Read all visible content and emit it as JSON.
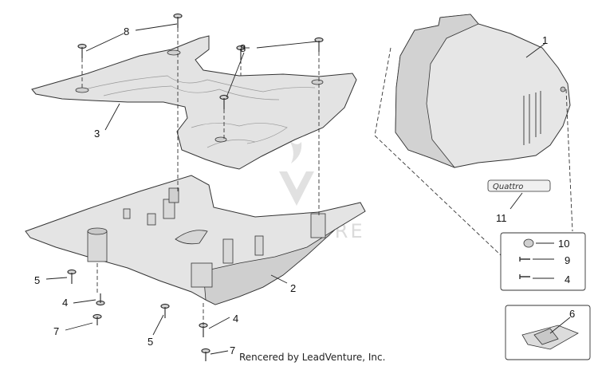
{
  "callouts": {
    "c1": "1",
    "c2": "2",
    "c3": "3",
    "c4a": "4",
    "c4b": "4",
    "c4c": "4",
    "c5a": "5",
    "c5b": "5",
    "c6": "6",
    "c7a": "7",
    "c7b": "7",
    "c8a": "8",
    "c8b": "8",
    "c9": "9",
    "c10": "10",
    "c11": "11"
  },
  "emblem_text": "Quattro",
  "watermark_text": "LEADVENTURE",
  "credit_text": "Rencered by LeadVenture, Inc.",
  "colors": {
    "part_fill": "#e4e4e4",
    "part_dark": "#bdbdbd",
    "line": "#333333",
    "watermark": "#d8d8d8"
  }
}
